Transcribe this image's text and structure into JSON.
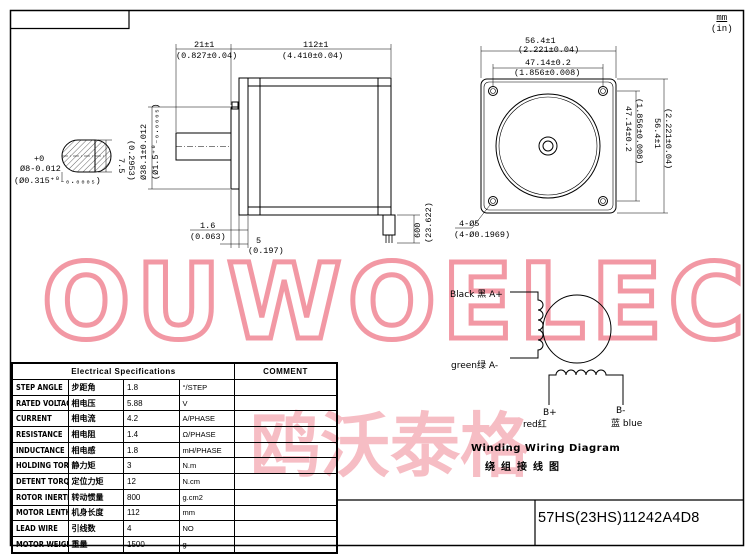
{
  "units": {
    "line1": "mm",
    "line2": "(in)"
  },
  "watermark": {
    "text": "OUWOELEC."
  },
  "side_view": {
    "dim_21": "21±1",
    "dim_21_in": "(0.827±0.04)",
    "dim_112": "112±1",
    "dim_112_in": "(4.410±0.04)",
    "dim_38": "Ø38.1±0.012",
    "dim_38_in": "(Ø1.5⁺⁰₋₀.₀₀₀₅)",
    "dim_16": "1.6",
    "dim_16_in": "(0.063)",
    "dim_5": "5",
    "dim_5_in": "(0.197)",
    "dim_600": "600",
    "dim_600_in": "(23.622)"
  },
  "shaft": {
    "tol": "+0",
    "dia": "Ø8-0.012",
    "dia_in": "(Ø0.315⁺⁰₋₀.₀₀₀₅)",
    "flat": "7.5",
    "flat_in": "(0.2953)"
  },
  "front_view": {
    "dim_564": "56.4±1",
    "dim_564_in": "(2.221±0.04)",
    "dim_4714": "47.14±0.2",
    "dim_4714_in": "(1.856±0.008)",
    "dim_v4714": "47.14±0.2",
    "dim_v4714_in": "(1.856±0.008)",
    "dim_v564": "56.4±1",
    "dim_v564_in": "(2.221±0.04)",
    "holes": "4-Ø5",
    "holes_in": "(4-Ø0.1969)"
  },
  "wiring": {
    "black": "Black 黑 A+",
    "green": "green绿 A-",
    "bplus": "B+",
    "red": "red红",
    "bminus": "B-",
    "blue": "蓝 blue",
    "title": "Winding Wiring Diagram",
    "title_cn": "绕组接线图"
  },
  "spec": {
    "title": "Electrical Specifications",
    "comment": "COMMENT",
    "rows": [
      {
        "en": "STEP ANGLE",
        "cn": "步距角",
        "val": "1.8",
        "unit": "°/STEP"
      },
      {
        "en": "RATED VOLTAGE",
        "cn": "相电压",
        "val": "5.88",
        "unit": "V"
      },
      {
        "en": "CURRENT",
        "cn": "相电流",
        "val": "4.2",
        "unit": "A/PHASE"
      },
      {
        "en": "RESISTANCE",
        "cn": "相电阻",
        "val": "1.4",
        "unit": "Ω/PHASE"
      },
      {
        "en": "INDUCTANCE",
        "cn": "相电感",
        "val": "1.8",
        "unit": "mH/PHASE"
      },
      {
        "en": "HOLDING TORAUE",
        "cn": "静力矩",
        "val": "3",
        "unit": "N.m"
      },
      {
        "en": "DETENT TORQUE",
        "cn": "定位力矩",
        "val": "12",
        "unit": "N.cm"
      },
      {
        "en": "ROTOR INERTIA",
        "cn": "转动惯量",
        "val": "800",
        "unit": "g.cm2"
      },
      {
        "en": "MOTOR LENTH",
        "cn": "机身长度",
        "val": "112",
        "unit": "mm"
      },
      {
        "en": "LEAD WIRE",
        "cn": "引线数",
        "val": "4",
        "unit": "NO"
      },
      {
        "en": "MOTOR WEIGHT",
        "cn": "重量",
        "val": "1500",
        "unit": "g"
      }
    ]
  },
  "model": "57HS(23HS)11242A4D8",
  "colors": {
    "watermark": "#e8455a",
    "ink": "#000000"
  }
}
